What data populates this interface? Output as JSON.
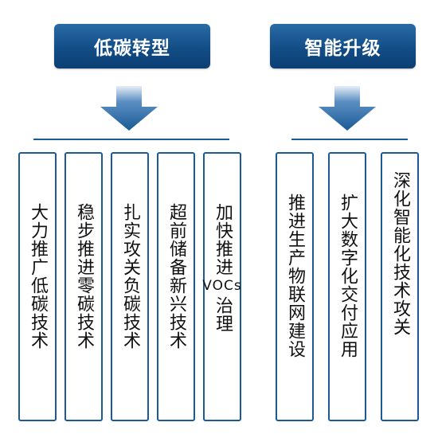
{
  "left": {
    "title": "低碳转型",
    "items": [
      "大力推广低碳技术",
      "稳步推进零碳技术",
      "扎实攻关负碳技术",
      "超前储备新兴技术"
    ],
    "special_item": {
      "part1": "加快推进",
      "part2": "VOCs",
      "part3": "治理"
    }
  },
  "right": {
    "title": "智能升级",
    "items": [
      "推进生产物联网建设",
      "扩大数字化交付应用",
      "深化智能化技术攻关"
    ]
  },
  "colors": {
    "header": "#124d86",
    "border": "#1a5a96",
    "arrow": "#1a5a96"
  }
}
